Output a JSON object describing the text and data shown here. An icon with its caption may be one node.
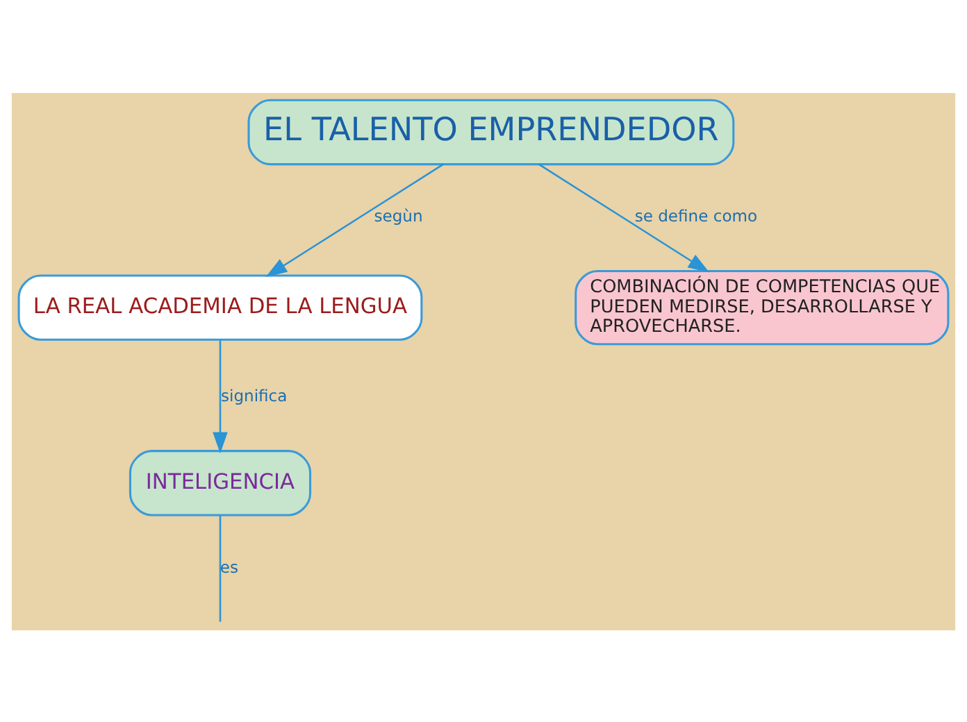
{
  "diagram": {
    "nodes": [
      {
        "text": [
          "EL TALENTO EMPRENDEDOR"
        ]
      },
      {
        "text": [
          "LA REAL ACADEMIA DE LA LENGUA"
        ]
      },
      {
        "text": [
          "COMBINACIÓN DE COMPETENCIAS QUE PUEDEN MEDIRSE, DESARROLLARSE Y APROVECHARSE."
        ]
      },
      {
        "text": [
          "INTELIGENCIA"
        ]
      }
    ],
    "edges": [
      {
        "from": 0,
        "to": 1,
        "arrow": "to",
        "label": "segùn"
      },
      {
        "from": 0,
        "to": 2,
        "arrow": "to",
        "label": "se define como"
      },
      {
        "from": 1,
        "to": 3,
        "arrow": "to",
        "label": "significa"
      },
      {
        "from": 3,
        "to": null,
        "arrow": "none",
        "label": "es"
      }
    ]
  }
}
